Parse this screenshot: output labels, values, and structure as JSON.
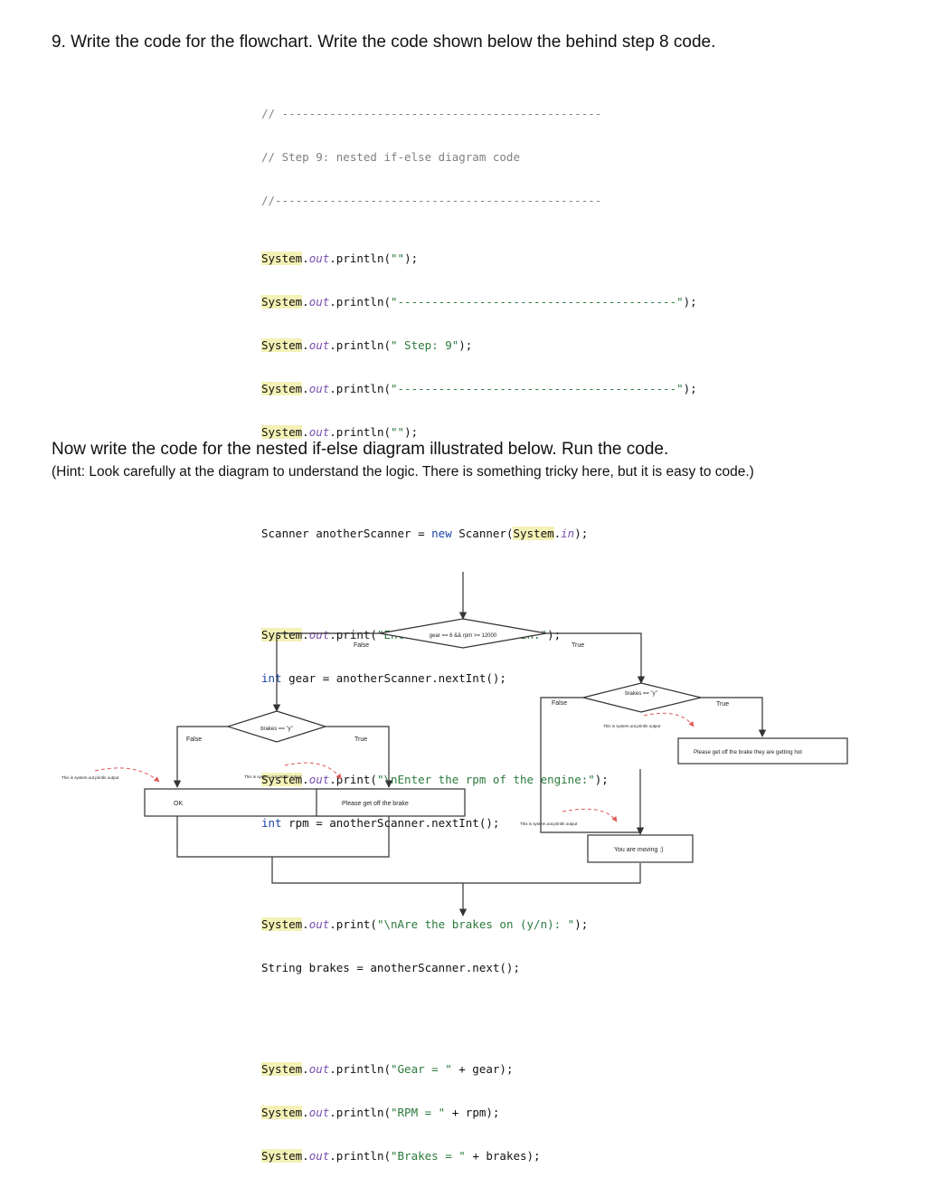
{
  "question": {
    "title": "9. Write the code for the flowchart. Write the code shown below the behind step 8 code."
  },
  "code": {
    "comment_rule_top": "// -----------------------------------------------",
    "comment_step": "// Step 9: nested if-else diagram code",
    "comment_rule_bottom": "//------------------------------------------------",
    "header_lines": [
      {
        "arg": "\"\"",
        "end": ");"
      },
      {
        "arg": "\"-----------------------------------------\"",
        "end": ");"
      },
      {
        "arg": "\" Step: 9\"",
        "end": ");"
      },
      {
        "arg": "\"-----------------------------------------\"",
        "end": ");"
      },
      {
        "arg": "\"\"",
        "end": ");"
      }
    ],
    "system": "System",
    "out": "out",
    "println": ".println(",
    "print": ".print(",
    "scanner_decl": "Scanner anotherScanner = ",
    "new_kw": "new",
    "scanner_ctor": " Scanner(",
    "system_in_tail": "in",
    "scanner_end": ");",
    "prompt_gear": "\"Enter the gear your in:\"",
    "int_kw": "int",
    "gear_decl": " gear = anotherScanner.nextInt();",
    "prompt_rpm": "\"\\nEnter the rpm of the engine:\"",
    "rpm_decl": " rpm = anotherScanner.nextInt();",
    "prompt_brakes": "\"\\nAre the brakes on (y/n): \"",
    "brakes_decl": "String brakes = anotherScanner.next();",
    "out_gear_str": "\"Gear = \"",
    "out_gear_tail": " + gear);",
    "out_rpm_str": "\"RPM = \"",
    "out_rpm_tail": " + rpm);",
    "out_brakes_str": "\"Brakes = \"",
    "out_brakes_tail": " + brakes);",
    "stmt_end": ");"
  },
  "instructions": {
    "title": "Now write the code for the nested if-else diagram illustrated below. Run the code.",
    "hint": " (Hint: Look carefully at the diagram to understand the logic. There is something tricky here, but it is easy to code.)"
  },
  "flowchart": {
    "top_condition": "gear == 6 && rpm >= 12000",
    "top_false": "False",
    "top_true": "True",
    "left_condition": "brakes == \"y\"",
    "left_false": "False",
    "left_true": "True",
    "right_condition": "brakes == \"y\"",
    "right_false": "False",
    "right_true": "True",
    "annotation": "This is system.out.println output",
    "box_ok": "OK",
    "box_brake": "Please get off the brake",
    "box_getting_hot": "Please get off the brake they are getting hot",
    "box_moving": "You are moving :)",
    "colors": {
      "line": "#333333",
      "annotation_arrow": "#e05a5a",
      "diamond_fill": "#ffffff"
    }
  }
}
